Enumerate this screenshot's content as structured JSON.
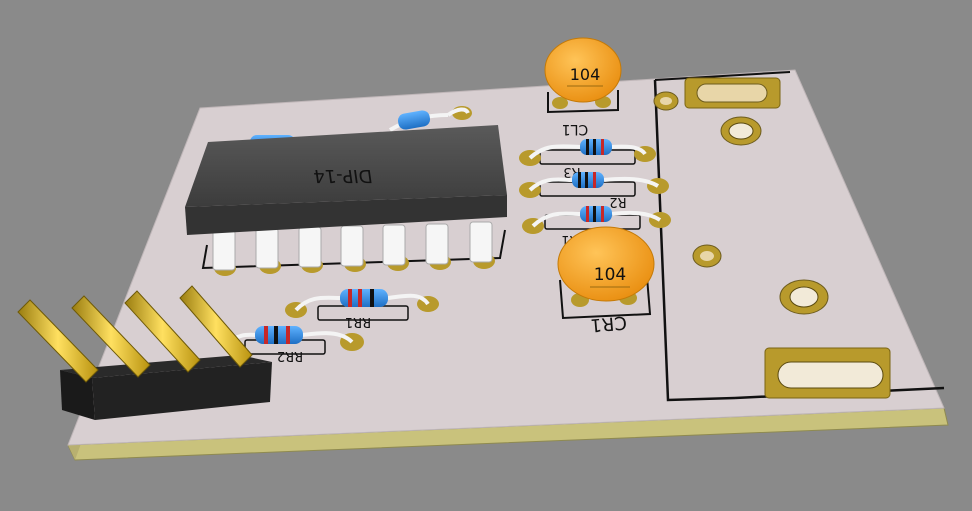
{
  "scene": {
    "background_color": "#8a8a8a",
    "board_color": "#d8cfd1",
    "edge_color": "#c9c27c",
    "pad_color": "#b89a2c",
    "ic_color": "#4a4a4a",
    "cap_color": "#f5a623"
  },
  "labels": {
    "ic": "DIP-14",
    "cap1_value": "104",
    "cap2_value": "104",
    "cap1_ref": "CL1",
    "cap2_ref": "CR1",
    "res1_ref": "R3",
    "res2_ref": "R2",
    "res3_ref": "R1",
    "res4_ref": "RR1",
    "res5_ref": "RR2"
  }
}
